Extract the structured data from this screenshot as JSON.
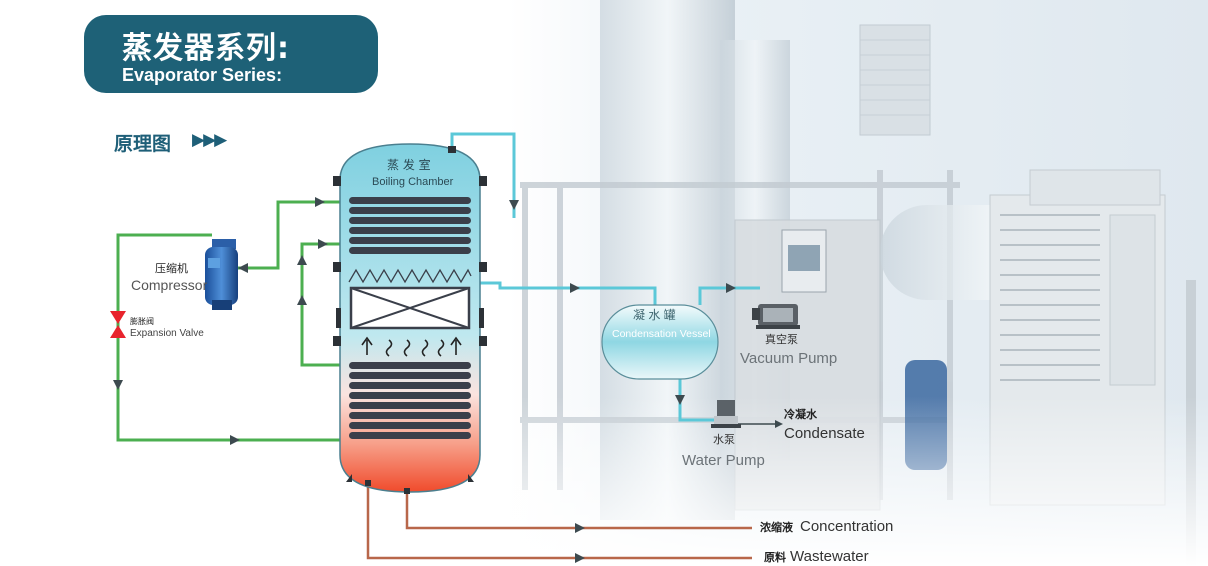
{
  "banner": {
    "title_cn": "蒸发器系列:",
    "title_en": "Evaporator Series:"
  },
  "section": {
    "label": "原理图",
    "arrows": "▶▶▶"
  },
  "evaporator": {
    "label_cn": "蒸 发 室",
    "label_en": "Boiling Chamber"
  },
  "compressor": {
    "label_cn": "压缩机",
    "label_en": "Compressor"
  },
  "expansion_valve": {
    "label_cn": "膨胀阀",
    "label_en": "Expansion Valve"
  },
  "condensation_vessel": {
    "label_cn": "凝 水 罐",
    "label_en": "Condensation Vessel"
  },
  "vacuum_pump": {
    "label_cn": "真空泵",
    "label_en": "Vacuum Pump"
  },
  "water_pump": {
    "label_cn": "水泵",
    "label_en": "Water Pump"
  },
  "outputs": {
    "condensate_cn": "冷凝水",
    "condensate_en": "Condensate",
    "concentration_cn": "浓缩液",
    "concentration_en": "Concentration",
    "wastewater_cn": "原料",
    "wastewater_en": "Wastewater"
  },
  "colors": {
    "banner": "#1e6177",
    "green_pipe": "#4caf50",
    "cyan_pipe": "#5bc8d8",
    "brown_pipe": "#b8674a",
    "vessel_top": "#6fc7d9",
    "vessel_bottom": "#f25a3a",
    "valve": "#e8242d",
    "coil": "#3a3f4a"
  }
}
